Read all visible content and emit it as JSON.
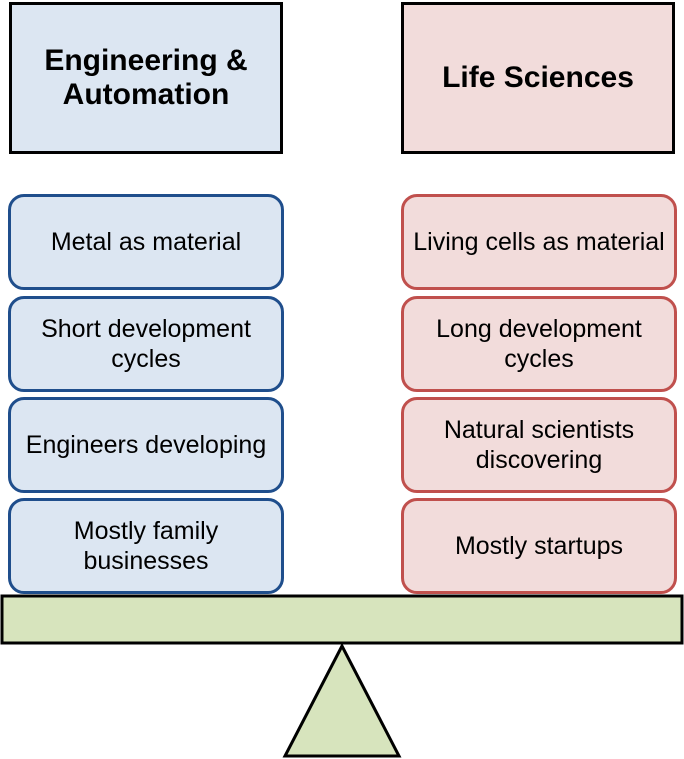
{
  "headers": {
    "left": "Engineering & Automation",
    "right": "Life Sciences"
  },
  "left_items": [
    "Metal as material",
    "Short development cycles",
    "Engineers developing",
    "Mostly family businesses"
  ],
  "right_items": [
    "Living cells as material",
    "Long development cycles",
    "Natural scientists discovering",
    "Mostly startups"
  ],
  "colors": {
    "left_fill": "#dce6f2",
    "left_border": "#1f4e8c",
    "right_fill": "#f2dcdb",
    "right_border": "#c0504d",
    "scale_fill": "#d7e4bd"
  }
}
